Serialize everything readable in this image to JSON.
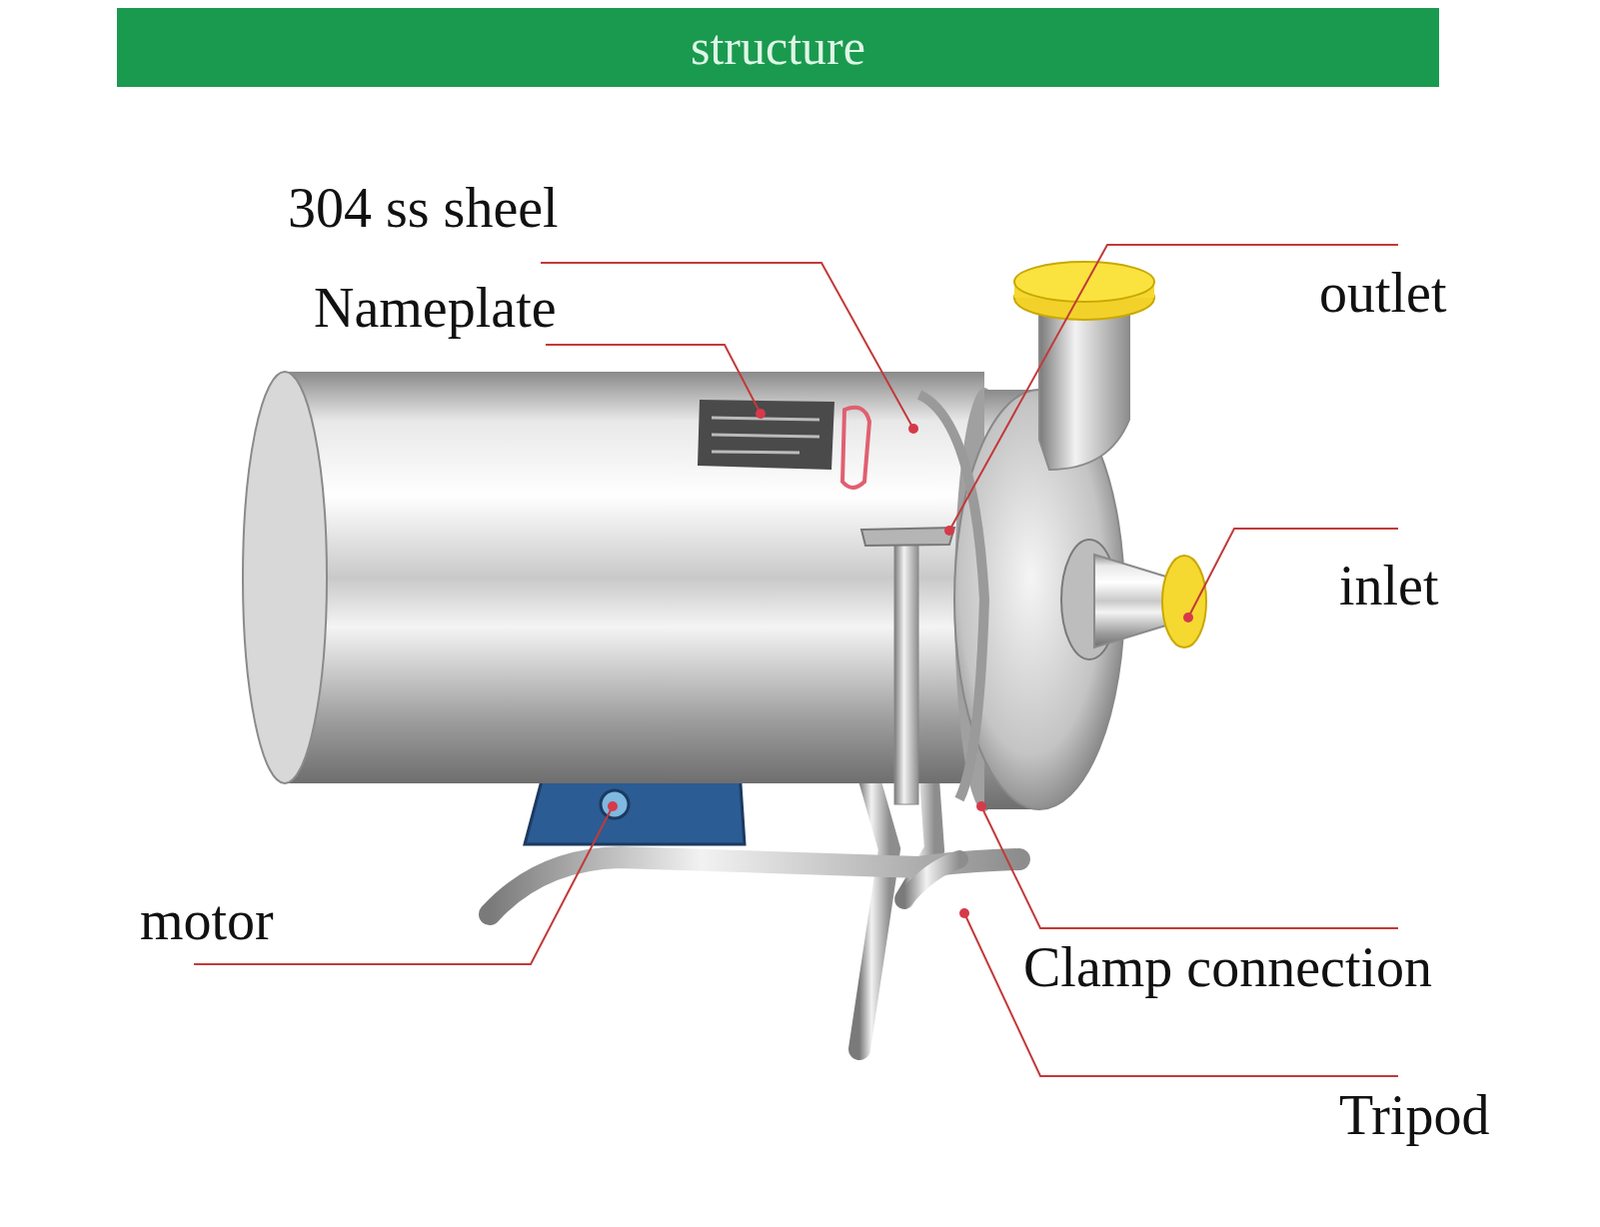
{
  "diagram": {
    "title": "structure",
    "labels": [
      "304 ss sheel",
      "Nameplate",
      "outlet",
      "inlet",
      "motor",
      "Clamp connection",
      "Tripod"
    ]
  }
}
